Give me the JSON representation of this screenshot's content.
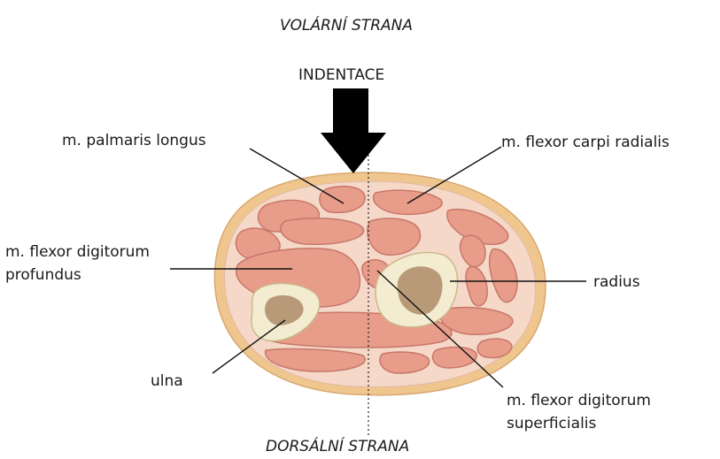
{
  "labels": {
    "volar_side": "VOLÁRNÍ STRANA",
    "dorsal_side": "DORSÁLNÍ STRANA",
    "indentation": "INDENTACE",
    "palmaris_longus": "m. palmaris longus",
    "flexor_carpi_radialis": "m. flexor carpi radialis",
    "fdp_line1": "m. flexor digitorum",
    "fdp_line2": "profundus",
    "radius": "radius",
    "ulna": "ulna",
    "fds_line1": "m. flexor digitorum",
    "fds_line2": "superficialis"
  },
  "colors": {
    "skin_outer": "#f0c68f",
    "subcutis": "#f5d8c8",
    "muscle": "#e89c8a",
    "muscle_edge": "#c7786a",
    "bone_cortex": "#f3ecd0",
    "bone_marrow": "#b89a78",
    "arrow": "#000000"
  }
}
